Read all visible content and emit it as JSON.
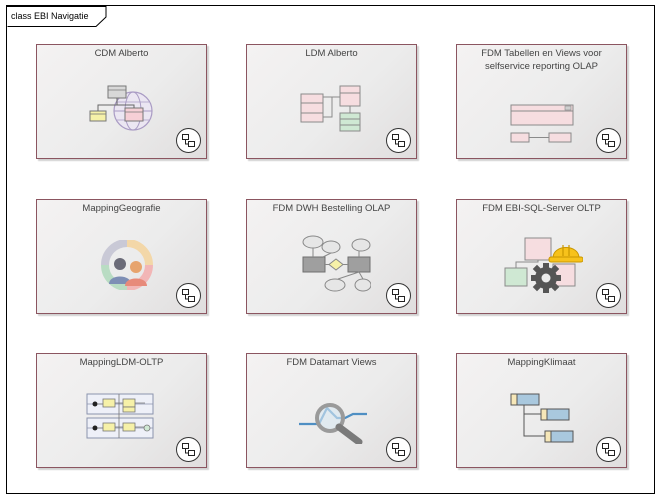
{
  "diagram": {
    "title": "class EBI Navigatie",
    "packages": [
      {
        "id": "cdm-alberto",
        "name": "CDM Alberto",
        "icon": "globe-class-diagram-icon"
      },
      {
        "id": "ldm-alberto",
        "name": "LDM Alberto",
        "icon": "class-diagram-icon"
      },
      {
        "id": "fdm-tabellen",
        "name": "FDM Tabellen en Views voor selfservice reporting OLAP",
        "icon": "table-diagram-icon"
      },
      {
        "id": "mapping-geografie",
        "name": "MappingGeografie",
        "icon": "users-icon"
      },
      {
        "id": "fdm-dwh-bestelling",
        "name": "FDM DWH Bestelling OLAP",
        "icon": "entity-relationship-icon"
      },
      {
        "id": "fdm-ebi-sql",
        "name": "FDM EBI-SQL-Server OLTP",
        "icon": "hardhat-gear-icon"
      },
      {
        "id": "mapping-ldm-oltp",
        "name": "MappingLDM-OLTP",
        "icon": "mapping-icon"
      },
      {
        "id": "fdm-datamart",
        "name": "FDM Datamart Views",
        "icon": "magnifier-icon"
      },
      {
        "id": "mapping-klimaat",
        "name": "MappingKlimaat",
        "icon": "hierarchy-icon"
      }
    ]
  },
  "colors": {
    "border": "#8b5560",
    "fill": "#ececec",
    "yellow": "#f6f1a8",
    "pink": "#f6cfd6",
    "green": "#cfe8d3",
    "blue": "#a9c8de",
    "gray": "#a9a9a9"
  }
}
